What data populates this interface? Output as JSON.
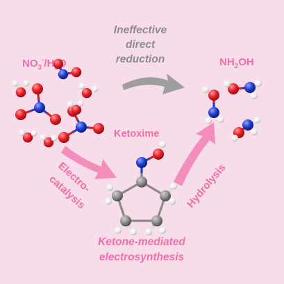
{
  "labels": {
    "reactants": {
      "species": "NO",
      "sub1": "3",
      "sup1": "-",
      "sep": "/H",
      "sub2": "2",
      "tail": "O"
    },
    "product": {
      "head": "NH",
      "sub": "2",
      "tail": "OH"
    },
    "direct_line1": "Ineffective",
    "direct_line2": "direct",
    "direct_line3": "reduction",
    "intermediate": "Ketoxime",
    "step1_line1": "Electro-",
    "step1_line2": "catalysis",
    "step2": "Hydrolysis",
    "caption_line1": "Ketone-mediated",
    "caption_line2": "electrosynthesis"
  },
  "colors": {
    "background": "#f7dcea",
    "accent_pink": "#f06ea9",
    "gray_text": "#8c8c8c",
    "arrow_gray": "#9e9e9e",
    "oxygen": "#e8202a",
    "nitrogen": "#1f3fd0",
    "hydrogen": "#f2f2f2",
    "carbon": "#8a8a8a"
  }
}
